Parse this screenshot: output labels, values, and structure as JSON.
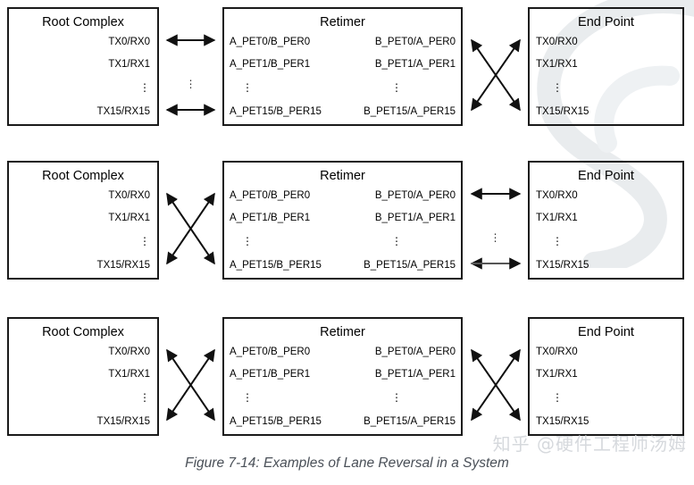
{
  "figure": {
    "caption": "Figure 7-14: Examples of Lane Reversal in a System",
    "watermark": "知乎 @硬件工程师汤姆",
    "watermark_color": "#dfe2e6",
    "line_color": "#1a1a1a",
    "caption_color": "#4a5058"
  },
  "labels": {
    "root_complex": "Root Complex",
    "retimer": "Retimer",
    "end_point": "End Point",
    "ellipsis": "⋮"
  },
  "lanes": {
    "root_complex": [
      "TX0/RX0",
      "TX1/RX1",
      "⋮",
      "TX15/RX15"
    ],
    "retimer_left": [
      "A_PET0/B_PER0",
      "A_PET1/B_PER1",
      "⋮",
      "A_PET15/B_PER15"
    ],
    "retimer_right": [
      "B_PET0/A_PER0",
      "B_PET1/A_PER1",
      "⋮",
      "B_PET15/A_PER15"
    ],
    "end_point": [
      "TX0/RX0",
      "TX1/RX1",
      "⋮",
      "TX15/RX15"
    ]
  },
  "rows": [
    {
      "name": "example-1",
      "left_link": "straight",
      "right_link": "crossed"
    },
    {
      "name": "example-2",
      "left_link": "crossed",
      "right_link": "straight"
    },
    {
      "name": "example-3",
      "left_link": "crossed",
      "right_link": "crossed"
    }
  ]
}
